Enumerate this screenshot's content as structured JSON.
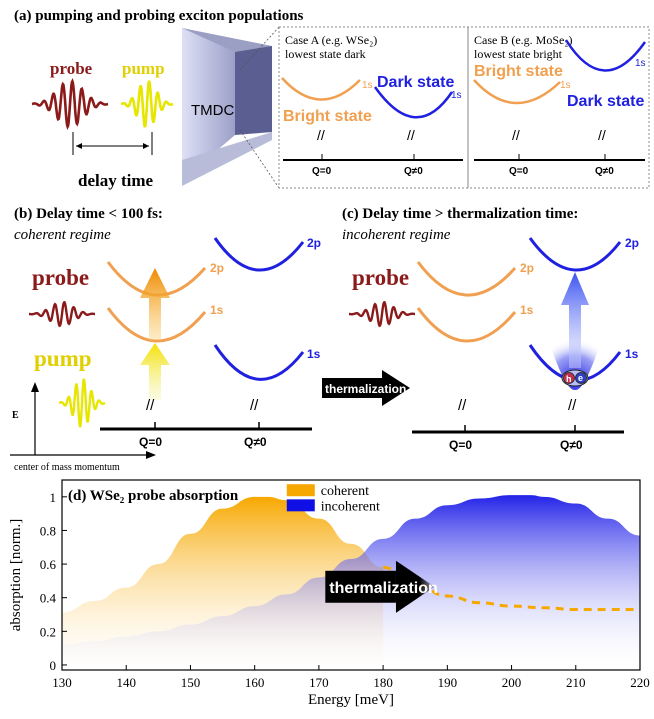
{
  "panel_a": {
    "title": "(a) pumping and probing exciton populations",
    "probe": "probe",
    "pump": "pump",
    "delay": "delay time",
    "material": "TMDC",
    "caseA_title": "Case A (e.g. WSe₂)",
    "caseA_sub": "lowest state dark",
    "caseB_title": "Case B (e.g. MoSe₂)",
    "caseB_sub": "lowest state bright",
    "bright": "Bright state",
    "dark": "Dark state",
    "s1": "1s",
    "q0": "Q=0",
    "qn": "Q≠0"
  },
  "panel_b": {
    "title": "(b) Delay time < 100 fs:",
    "subtitle": "coherent regime",
    "probe": "probe",
    "pump": "pump",
    "s2p": "2p",
    "s1s": "1s",
    "energy": "E",
    "momentum": "center of mass momentum",
    "q0": "Q=0",
    "qn": "Q≠0"
  },
  "panel_c": {
    "title": "(c) Delay time > thermalization time:",
    "subtitle": "incoherent regime",
    "probe": "probe",
    "arrow": "thermalization",
    "s2p": "2p",
    "s1s": "1s",
    "hole": "h",
    "electron": "e",
    "q0": "Q=0",
    "qn": "Q≠0"
  },
  "colors": {
    "probe": "#8b1a1a",
    "pump": "#e6e600",
    "bright": "#f0a050",
    "dark": "#2020e0",
    "coherent": "#f7a800",
    "incoherent": "#1010e6"
  },
  "chart_data": {
    "type": "area",
    "title": "(d) WSe₂ probe absorption",
    "xlabel": "Energy [meV]",
    "ylabel": "absorption [norm.]",
    "xlim": [
      130,
      220
    ],
    "ylim": [
      -0.03,
      1.1
    ],
    "xticks": [
      130,
      140,
      150,
      160,
      170,
      180,
      190,
      200,
      210,
      220
    ],
    "yticks": [
      0,
      0.2,
      0.4,
      0.6,
      0.8,
      1
    ],
    "annotation": "thermalization",
    "legend_position": "top-center",
    "series": [
      {
        "name": "coherent",
        "color": "#f7a800",
        "x": [
          130,
          135,
          140,
          145,
          150,
          155,
          160,
          162,
          165,
          170,
          175,
          180,
          185,
          190,
          195,
          200,
          205,
          210,
          215,
          220
        ],
        "y": [
          0.31,
          0.38,
          0.46,
          0.6,
          0.78,
          0.93,
          1.0,
          1.0,
          0.98,
          0.87,
          0.72,
          0.58,
          0.48,
          0.41,
          0.37,
          0.35,
          0.34,
          0.33,
          0.33,
          0.33
        ],
        "solid_until": 180
      },
      {
        "name": "incoherent",
        "color": "#1010e6",
        "x": [
          130,
          135,
          140,
          145,
          150,
          155,
          160,
          165,
          170,
          175,
          180,
          185,
          190,
          195,
          200,
          203,
          205,
          210,
          215,
          220
        ],
        "y": [
          0.12,
          0.14,
          0.17,
          0.2,
          0.24,
          0.29,
          0.35,
          0.42,
          0.52,
          0.63,
          0.75,
          0.87,
          0.95,
          0.99,
          1.01,
          1.01,
          1.0,
          0.96,
          0.87,
          0.77
        ]
      }
    ]
  }
}
